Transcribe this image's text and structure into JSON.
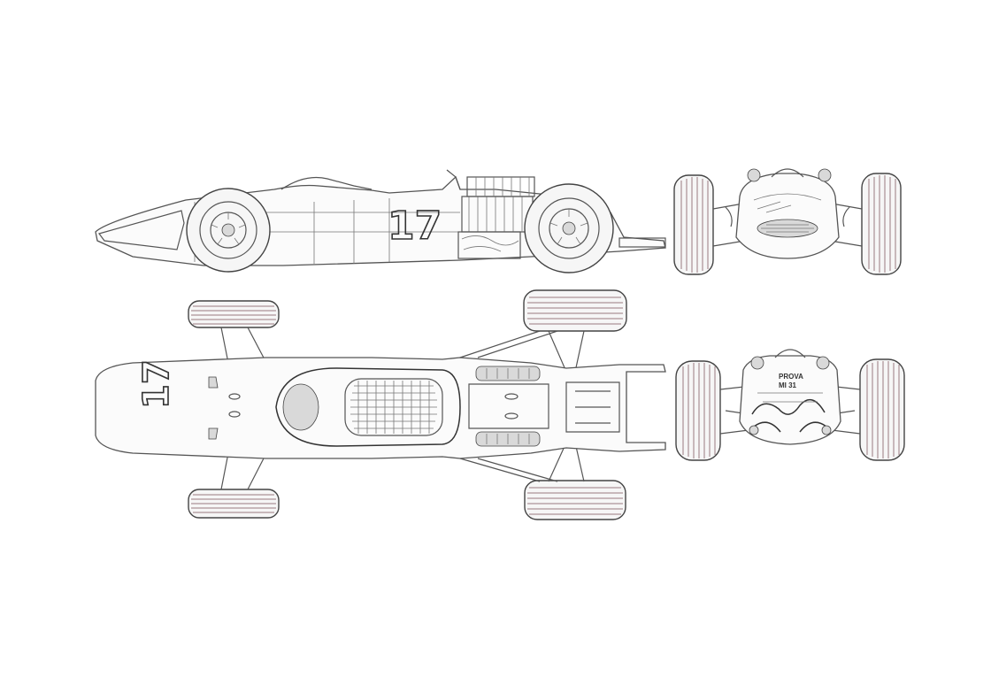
{
  "side_view": {
    "race_number": "17"
  },
  "top_view": {
    "race_number": "17"
  },
  "rear_view": {
    "plate_line1": "PROVA",
    "plate_line2": "MI 31"
  },
  "colors": {
    "line": "#555555",
    "tread_tint": "#9a7a80",
    "paper": "#ffffff"
  }
}
